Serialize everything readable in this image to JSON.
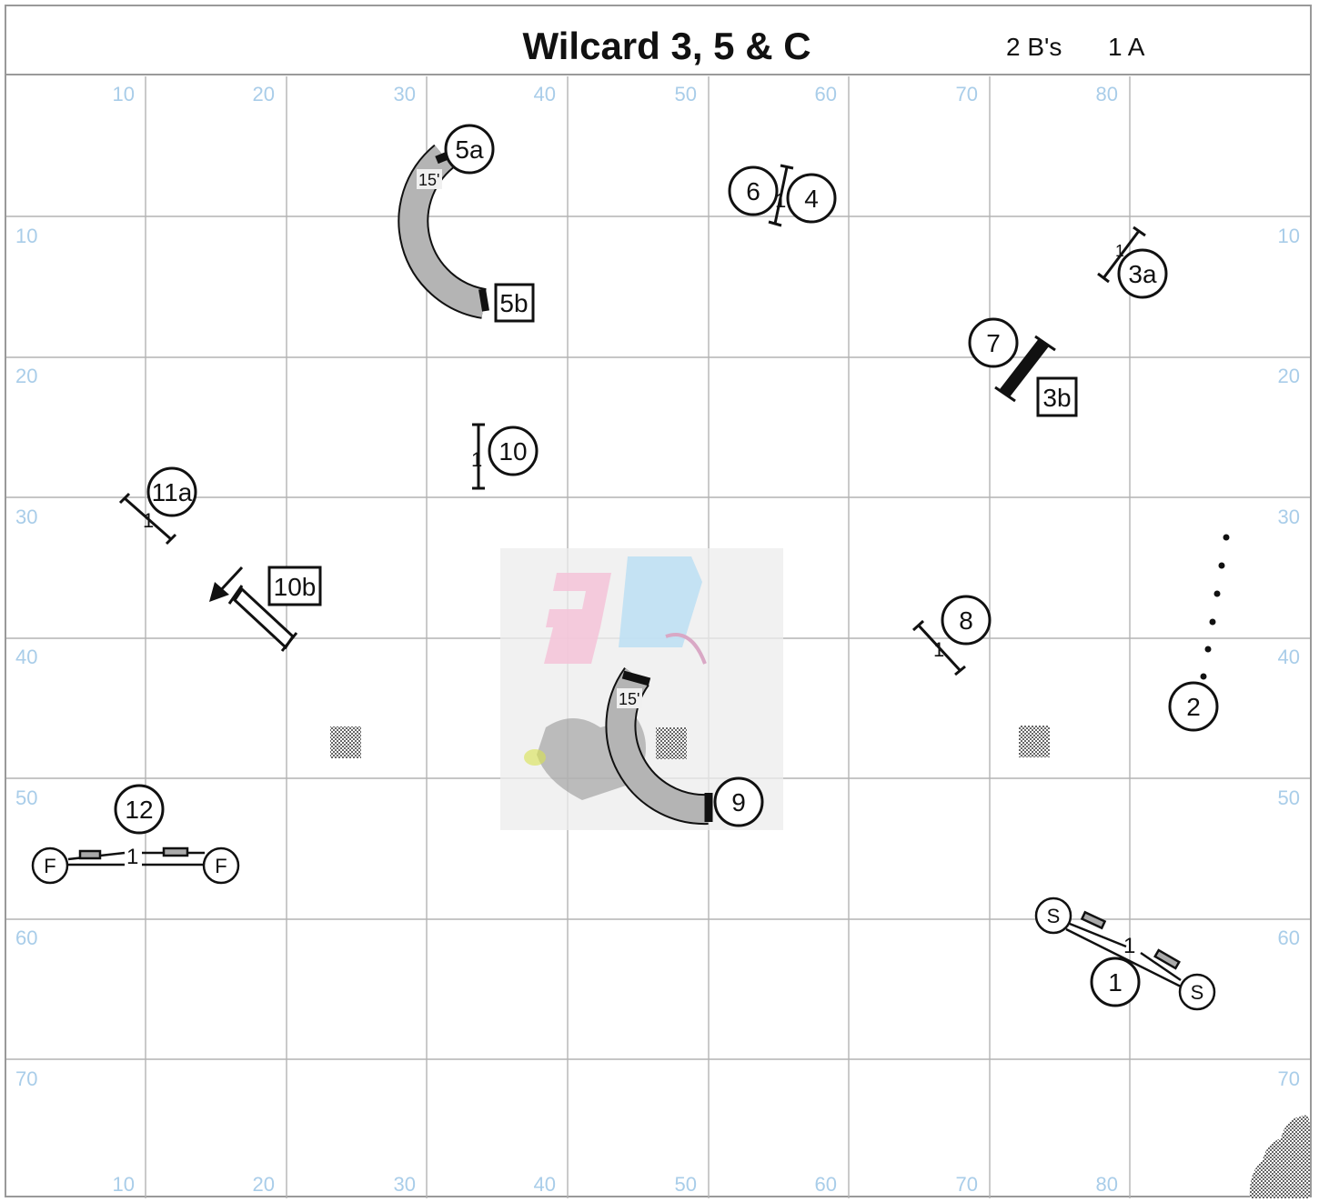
{
  "header": {
    "title": "Wilcard 3, 5 & C",
    "jumps_b": "2 B's",
    "jumps_a": "1 A"
  },
  "grid": {
    "top_labels": [
      "10",
      "20",
      "30",
      "40",
      "50",
      "60",
      "70",
      "80"
    ],
    "bottom_labels": [
      "10",
      "20",
      "30",
      "40",
      "50",
      "60",
      "70",
      "80"
    ],
    "left_labels": [
      "10",
      "20",
      "30",
      "40",
      "50",
      "60",
      "70"
    ],
    "right_labels": [
      "10",
      "20",
      "30",
      "40",
      "50",
      "60",
      "70"
    ]
  },
  "obstacles": {
    "start_label": "S",
    "finish_label": "F",
    "bar_height": "1",
    "tunnel_length": "15'",
    "numbers": [
      "1",
      "2",
      "3a",
      "3b",
      "4",
      "5a",
      "5b",
      "6",
      "7",
      "8",
      "9",
      "10",
      "10b",
      "11a",
      "12"
    ]
  },
  "colors": {
    "grid": "#b3b3b3",
    "grid_label": "#a9cde9",
    "tunnel_fill": "#b4b4b4",
    "ink": "#111111"
  },
  "icons": {
    "watermark": "3d-dog-logo-icon",
    "corner": "splatter-icon"
  }
}
